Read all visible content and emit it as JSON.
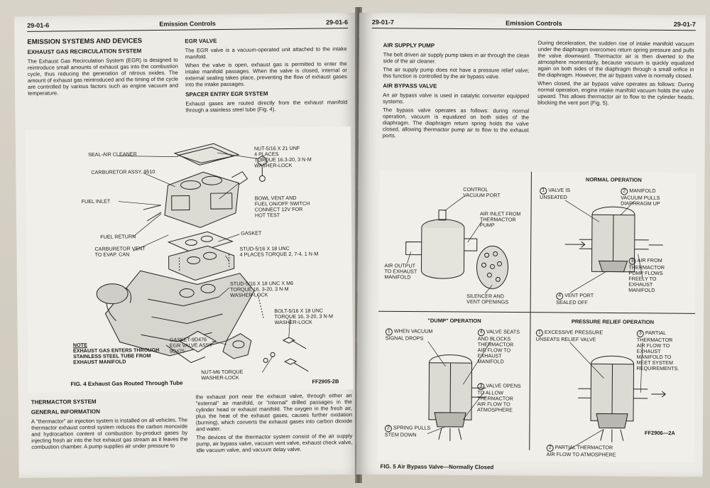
{
  "left_page": {
    "header": {
      "page_left": "29-01-6",
      "section": "Emission Controls",
      "page_right": "29-01-6"
    },
    "col1": {
      "heading": "EMISSION SYSTEMS AND DEVICES",
      "subheading": "EXHAUST GAS RECIRCULATION SYSTEM",
      "para1": "The Exhaust Gas Recirculation System (EGR) is designed to reintroduce small amounts of exhaust gas into the combustion cycle, thus reducing the generation of nitrous oxides. The amount of exhaust gas reintroduced and the timing of the cycle are controlled by various factors such as engine vacuum and temperature."
    },
    "col2": {
      "heading": "EGR VALVE",
      "para1": "The EGR valve is a vacuum-operated unit attached to the intake manifold.",
      "para2": "When the valve is open, exhaust gas is permitted to enter the intake manifold passages. When the valve is closed, internal or external sealing takes place, preventing the flow of exhaust gases into the intake passages.",
      "subheading": "SPACER ENTRY EGR SYSTEM",
      "para3": "Exhaust gases are routed directly from the exhaust manifold through a stainless steel tube (Fig. 4)."
    },
    "figure4": {
      "callouts": {
        "seal": "SEAL-AIR CLEANER",
        "carb": "CARBURETOR ASSY. 9510",
        "fuel_inlet": "FUEL INLET",
        "fuel_return": "FUEL RETURN",
        "carb_vent": "CARBURETOR VENT\nTO EVAP. CAN",
        "nut": "NUT-5/16 x 21 UNF\n4 PLACES\nTORQUE 16.3-20, 3 N·m\nWASHER-LOCK",
        "bowl": "BOWL VENT AND\nFUEL ON/OFF SWITCH\nCONNECT 12V FOR\nHOT TEST",
        "gasket": "GASKET",
        "stud1": "STUD-5/16 x 18 UNC\n4 PLACES TORQUE 2, 7-4, 1 N·m",
        "stud2": "STUD-5/16 x 18 UNC x M6\nTORQUE 16, 3-20, 3 N·m\nWASHER-LOCK",
        "bolt": "BOLT-5/16 x 18 UNC\nTORQUE 16, 3-20, 3 N·m\nWASHER-LOCK",
        "gasket2": "GASKET-9D476\nEGR VALVE ASSY\n9D475",
        "nut_m6": "NUT-M6 TORQUE\nWASHER-LOCK"
      },
      "note_label": "NOTE",
      "note_text": "EXHAUST GAS ENTERS THROUGH\nSTAINLESS STEEL TUBE FROM\nEXHAUST MANIFOLD",
      "caption": "FIG. 4 Exhaust Gas Routed Through Tube",
      "code": "FF2905-2B"
    },
    "bottom_col1": {
      "heading": "THERMACTOR SYSTEM",
      "subheading": "GENERAL INFORMATION",
      "para1": "A \"thermactor\" air injection system is installed on all vehicles. The thermactor exhaust control system reduces the carbon monoxide and hydrocarbon content of combustion by-product gases by injecting fresh air into the hot exhaust gas stream as it leaves the combustion chamber. A pump supplies air under pressure to"
    },
    "bottom_col2": {
      "para1": "the exhaust port near the exhaust valve, through either an \"external\" air manifold, or \"internal\" drilled passages in the cylinder head or exhaust manifold. The oxygen in the fresh air, plus the heat of the exhaust gases, causes further oxidation (burning), which converts the exhaust gases into carbon dioxide and water.",
      "para2": "The devices of the thermactor system consist of the air supply pump, air bypass valve, vacuum vent valve, exhaust check valve, idle vacuum valve, and vacuum delay valve."
    }
  },
  "right_page": {
    "header": {
      "page_left": "29-01-7",
      "section": "Emission Controls",
      "page_right": "29-01-7"
    },
    "col1": {
      "heading1": "AIR SUPPLY PUMP",
      "para1": "The belt driven air supply pump takes in air through the clean side of the air cleaner.",
      "para2": "The air supply pump does not have a pressure relief valve; this function is controlled by the air bypass valve.",
      "heading2": "AIR BYPASS VALVE",
      "para3": "An air bypass valve is used in catalytic converter equipped systems.",
      "para4": "The bypass valve operates as follows: during normal operation, vacuum is equalized on both sides of the diaphragm. The diaphragm return spring holds the valve closed, allowing thermactor pump air to flow to the exhaust ports."
    },
    "col2": {
      "para1": "During deceleration, the sudden rise of intake manifold vacuum under the diaphragm overcomes return spring pressure and pulls the valve downward. Thermactor air is then diverted to the atmosphere momentarily, because vacuum is quickly equalized again on both sides of the diaphragm through a small orifice in the diaphragm. However, the air bypass valve is normally closed.",
      "para2": "When closed, the air bypass valve operates as follows: During normal operation, engine intake manifold vacuum holds the valve upward. This allows thermactor air to flow to the cylinder heads, blocking the vent port (Fig. 5)."
    },
    "figure5": {
      "overview": {
        "control_port": "CONTROL\nVACUUM PORT",
        "air_inlet": "AIR INLET FROM\nTHERMACTOR\nPUMP",
        "air_output": "AIR OUTPUT\nTO EXHAUST\nMANIFOLD",
        "silencer": "SILENCER AND\nVENT OPENINGS"
      },
      "normal": {
        "title": "NORMAL OPERATION",
        "c1": "VALVE IS\nUNSEATED",
        "c2": "MANIFOLD\nVACUUM PULLS\nDIAPHRAGM UP",
        "c3": "AIR FROM\nTHERMACTOR\nPUMP FLOWS\nFREELY TO\nEXHAUST\nMANIFOLD",
        "c4": "VENT PORT\nSEALED OFF"
      },
      "dump": {
        "title": "\"DUMP\" OPERATION",
        "c1": "WHEN VACUUM\nSIGNAL DROPS",
        "c2": "SPRING PULLS\nSTEM DOWN",
        "c3": "VALVE OPENS\nTO ALLOW\nTHERMACTOR\nAIR FLOW TO\nATMOSPHERE",
        "c4": "VALVE SEATS\nAND BLOCKS\nTHERMACTOR\nAIR FLOW TO\nEXHAUST\nMANIFOLD"
      },
      "relief": {
        "title": "PRESSURE RELIEF OPERATION",
        "c1": "EXCESSIVE PRESSURE\nUNSEATS RELIEF VALVE",
        "c2": "PARTIAL THERMACTOR\nAIR FLOW TO ATMOSPHERE",
        "c3": "PARTIAL\nTHERMACTOR\nAIR FLOW TO\nEXHAUST\nMANIFOLD TO\nMEET SYSTEM\nREQUIREMENTS."
      },
      "nums": [
        "1",
        "2",
        "3",
        "4"
      ],
      "caption": "FIG. 5 Air Bypass Valve—Normally Closed",
      "code": "FF2906—2A"
    }
  }
}
